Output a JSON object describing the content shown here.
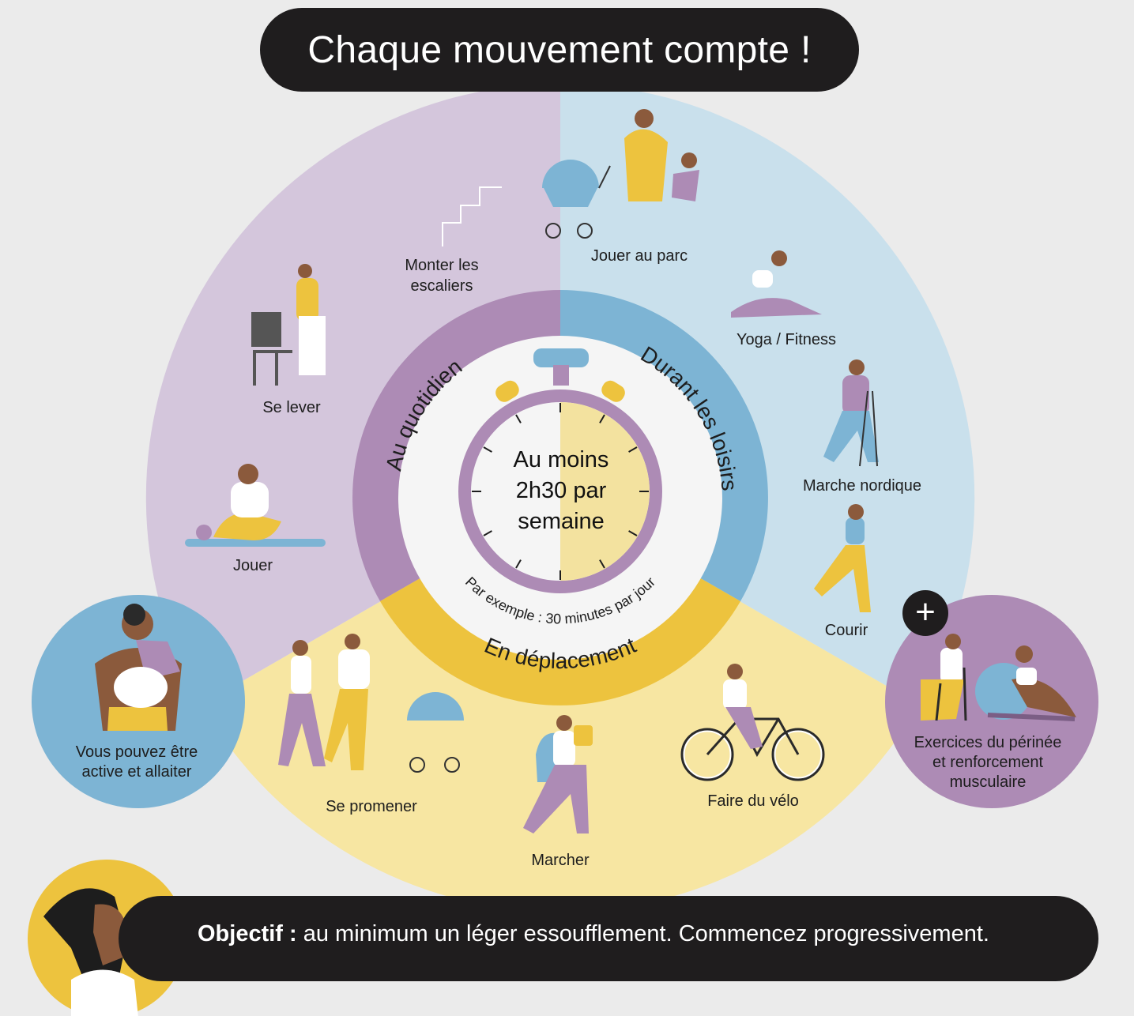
{
  "title": "Chaque mouvement compte !",
  "segments": {
    "daily": {
      "label": "Au quotidien",
      "color": "#d4c6dc",
      "ring_color": "#ad8bb5"
    },
    "leisure": {
      "label": "Durant les loisirs",
      "color": "#c9e0ec",
      "ring_color": "#7db4d4"
    },
    "travel": {
      "label": "En déplacement",
      "color": "#f7e6a2",
      "ring_color": "#edc33e"
    }
  },
  "timer": {
    "main_lines": [
      "Au moins",
      "2h30 par",
      "semaine"
    ],
    "example": "Par exemple : 30 minutes par jour"
  },
  "activities": {
    "stairs": [
      "Monter les",
      "escaliers"
    ],
    "park": "Jouer au parc",
    "yoga": "Yoga / Fitness",
    "stand_up": "Se lever",
    "nordic": "Marche nordique",
    "play": "Jouer",
    "run": "Courir",
    "stroll": "Se promener",
    "walk": "Marcher",
    "bike": "Faire du vélo"
  },
  "breastfeeding": [
    "Vous pouvez être",
    "active et allaiter"
  ],
  "pelvic": [
    "Exercices du périnée",
    "et renforcement",
    "musculaire"
  ],
  "plus_symbol": "+",
  "goal": {
    "label": "Objectif :",
    "text": " au minimum un léger essoufflement. Commencez progressivement."
  },
  "icons": [
    "stairs-icon",
    "stroller-icon",
    "chair-icon",
    "bicycle-icon",
    "stopwatch-icon",
    "breath-icon"
  ]
}
